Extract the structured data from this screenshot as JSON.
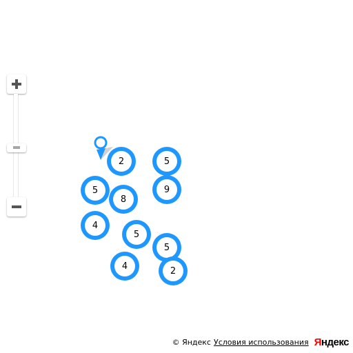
{
  "zoom_control": {
    "zoom_in_icon": "plus-icon",
    "zoom_out_icon": "minus-icon"
  },
  "colors": {
    "cluster": "#1e98ff",
    "logo_accent": "#ff0000"
  },
  "placemark": {
    "icon": "map-pin-icon"
  },
  "clusters": [
    {
      "count": "2"
    },
    {
      "count": "5"
    },
    {
      "count": "5"
    },
    {
      "count": "9"
    },
    {
      "count": "8"
    },
    {
      "count": "4"
    },
    {
      "count": "5"
    },
    {
      "count": "5"
    },
    {
      "count": "4"
    },
    {
      "count": "2"
    }
  ],
  "copyright": {
    "text": "© Яндекс",
    "terms_link": "Условия использования",
    "logo_first": "Я",
    "logo_rest": "ндекс"
  }
}
